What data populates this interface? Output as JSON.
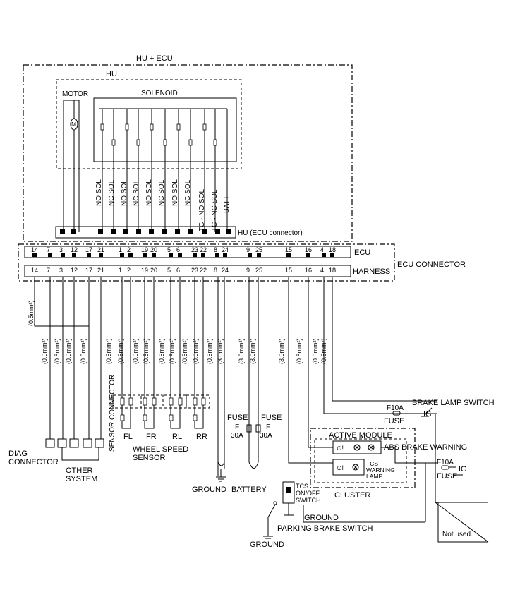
{
  "title": "HU + ECU",
  "hu_label": "HU",
  "motor_label": "MOTOR",
  "motor_symbol": "M",
  "solenoid_label": "SOLENOID",
  "solenoids": [
    "NO SOL",
    "NC SOL",
    "NO SOL",
    "NC SOL",
    "NO SOL",
    "NC SOL",
    "NO SOL",
    "NC SOL",
    "TC - NO SOL",
    "TC - NC SOL",
    "BATT"
  ],
  "hu_connector_label": "HU (ECU connector)",
  "ecu_label": "ECU",
  "harness_label": "HARNESS",
  "ecu_connector_label": "ECU CONNECTOR",
  "pins": [
    "14",
    "7",
    "3",
    "12",
    "17",
    "21",
    "1",
    "2",
    "19",
    "20",
    "5",
    "6",
    "23",
    "22",
    "8",
    "24",
    "9",
    "25",
    "15",
    "16",
    "4",
    "18"
  ],
  "wire_gauge_diag_shared": "(0.5mm²)",
  "wire_gauges": [
    "(0.5mm²)",
    "(0.5mm²)",
    "(0.5mm²)",
    "(0.5mm²)",
    "(0.5mm²)",
    "(0.5mm²)",
    "(0.5mm²)",
    "(0.5mm²)",
    "(0.5mm²)",
    "(0.5mm²)",
    "(0.5mm²)",
    "(0.5mm²)",
    "(0.5mm²)",
    "(3.0mm²)",
    "(3.0mm²)",
    "(3.0mm²)",
    "(3.0mm²)",
    "(0.5mm²)",
    "(0.5mm²)",
    "(0.5mm²)",
    "(0.5mm²)"
  ],
  "sensor_connector_label": "SENSOR CONNECTOR",
  "wheel_sensors": [
    "FL",
    "FR",
    "RL",
    "RR"
  ],
  "wheel_speed_sensor_label": "WHEEL SPEED\nSENSOR",
  "diag_connector_label": "DIAG\nCONNECTOR",
  "other_system_label": "OTHER\nSYSTEM",
  "fuse_left": {
    "title": "FUSE",
    "letter": "F",
    "rating": "30A"
  },
  "fuse_right": {
    "title": "FUSE",
    "letter": "F",
    "rating": "30A"
  },
  "ground_label": "GROUND",
  "battery_label": "BATTERY",
  "brake_lamp_switch_label": "BRAKE LAMP SWITCH",
  "f10a_label": "F10A",
  "ig_label": "IG",
  "fuse_label": "FUSE",
  "active_module_label": "ACTIVE MODULE",
  "abs_warning_label": "ABS BRAKE WARNING",
  "tcs_warning_lamp_label": "TCS\nWARNING\nLAMP",
  "tcs_switch_label": "TCS\nON/OFF\nSWITCH",
  "cluster_label": "CLUSTER",
  "parking_brake_switch_label": "PARKING BRAKE SWITCH",
  "not_used_label": "Not used."
}
